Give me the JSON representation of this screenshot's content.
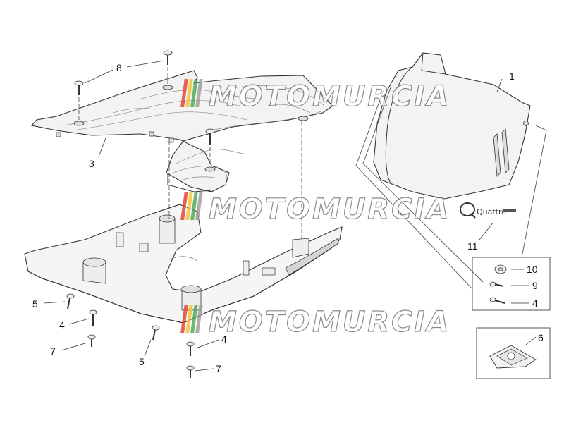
{
  "callouts": {
    "c1": "1",
    "c3": "3",
    "c4a": "4",
    "c4b": "4",
    "c4c": "4",
    "c5a": "5",
    "c5b": "5",
    "c6": "6",
    "c7a": "7",
    "c7b": "7",
    "c8": "8",
    "c9": "9",
    "c10": "10",
    "c11": "11"
  },
  "watermark": {
    "text": "MOTOMURCIA",
    "stripe_colors": [
      "#e23b2e",
      "#f2c230",
      "#49a64a",
      "#9a9a9a"
    ]
  },
  "brand_logo": {
    "text": "Quattro"
  },
  "colors": {
    "part_fill": "#f4f4f4",
    "part_shade": "#d9d9d9",
    "line": "#333333"
  }
}
